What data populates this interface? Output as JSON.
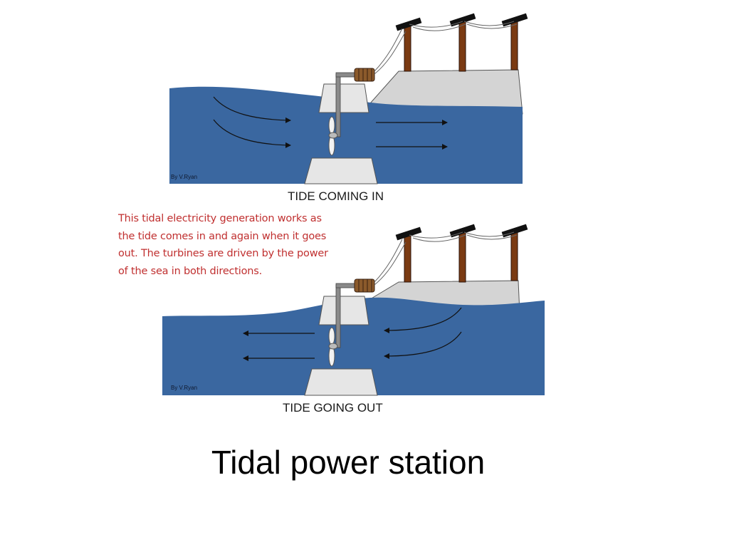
{
  "panel_in": {
    "caption": "TIDE COMING IN",
    "credit": "By V.Ryan"
  },
  "panel_out": {
    "caption": "TIDE GOING OUT",
    "credit": "By V.Ryan"
  },
  "description": {
    "lines": [
      "This tidal electricity generation works as",
      "the tide comes in and again when it goes",
      "out. The turbines are driven by the power",
      "of the sea in both directions."
    ]
  },
  "title": "Tidal power station",
  "colors": {
    "sea": "#3a67a0",
    "land": "#d4d4d4",
    "pole": "#7a3a12",
    "text_red": "#c03030"
  }
}
